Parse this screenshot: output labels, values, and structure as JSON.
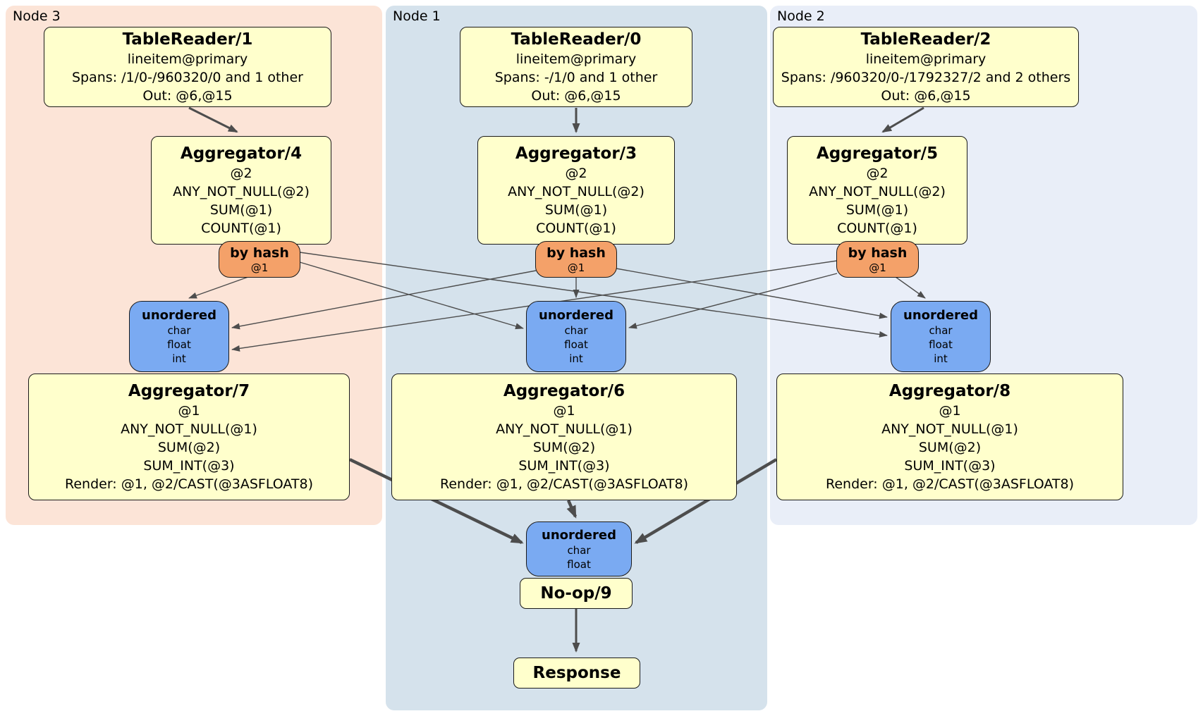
{
  "colors": {
    "node3_bg": "#fce4d7",
    "node1_bg": "#d5e2ec",
    "node2_bg": "#e9eef8",
    "processor_bg": "#ffffcc",
    "router_bg": "#f4a169",
    "sync_bg": "#7aaaf2",
    "edge": "#4d4d4d",
    "box_border": "#1a1a1a"
  },
  "nodes": [
    {
      "label": "Node 3",
      "table_reader": {
        "title": "TableReader/1",
        "lines": [
          "lineitem@primary",
          "Spans: /1/0-/960320/0 and 1 other",
          "Out: @6,@15"
        ]
      },
      "aggregator_top": {
        "title": "Aggregator/4",
        "lines": [
          "@2",
          "ANY_NOT_NULL(@2)",
          "SUM(@1)",
          "COUNT(@1)"
        ]
      },
      "router": {
        "title": "by hash",
        "lines": [
          "@1"
        ]
      },
      "sync": {
        "title": "unordered",
        "lines": [
          "char",
          "float",
          "int"
        ]
      },
      "aggregator_bottom": {
        "title": "Aggregator/7",
        "lines": [
          "@1",
          "ANY_NOT_NULL(@1)",
          "SUM(@2)",
          "SUM_INT(@3)",
          "Render: @1, @2/CAST(@3ASFLOAT8)"
        ]
      }
    },
    {
      "label": "Node 1",
      "table_reader": {
        "title": "TableReader/0",
        "lines": [
          "lineitem@primary",
          "Spans: -/1/0 and 1 other",
          "Out: @6,@15"
        ]
      },
      "aggregator_top": {
        "title": "Aggregator/3",
        "lines": [
          "@2",
          "ANY_NOT_NULL(@2)",
          "SUM(@1)",
          "COUNT(@1)"
        ]
      },
      "router": {
        "title": "by hash",
        "lines": [
          "@1"
        ]
      },
      "sync": {
        "title": "unordered",
        "lines": [
          "char",
          "float",
          "int"
        ]
      },
      "aggregator_bottom": {
        "title": "Aggregator/6",
        "lines": [
          "@1",
          "ANY_NOT_NULL(@1)",
          "SUM(@2)",
          "SUM_INT(@3)",
          "Render: @1, @2/CAST(@3ASFLOAT8)"
        ]
      }
    },
    {
      "label": "Node 2",
      "table_reader": {
        "title": "TableReader/2",
        "lines": [
          "lineitem@primary",
          "Spans: /960320/0-/1792327/2 and 2 others",
          "Out: @6,@15"
        ]
      },
      "aggregator_top": {
        "title": "Aggregator/5",
        "lines": [
          "@2",
          "ANY_NOT_NULL(@2)",
          "SUM(@1)",
          "COUNT(@1)"
        ]
      },
      "router": {
        "title": "by hash",
        "lines": [
          "@1"
        ]
      },
      "sync": {
        "title": "unordered",
        "lines": [
          "char",
          "float",
          "int"
        ]
      },
      "aggregator_bottom": {
        "title": "Aggregator/8",
        "lines": [
          "@1",
          "ANY_NOT_NULL(@1)",
          "SUM(@2)",
          "SUM_INT(@3)",
          "Render: @1, @2/CAST(@3ASFLOAT8)"
        ]
      }
    }
  ],
  "final_stage": {
    "sync": {
      "title": "unordered",
      "lines": [
        "char",
        "float"
      ]
    },
    "noop": {
      "title": "No-op/9"
    },
    "response": {
      "title": "Response"
    }
  }
}
